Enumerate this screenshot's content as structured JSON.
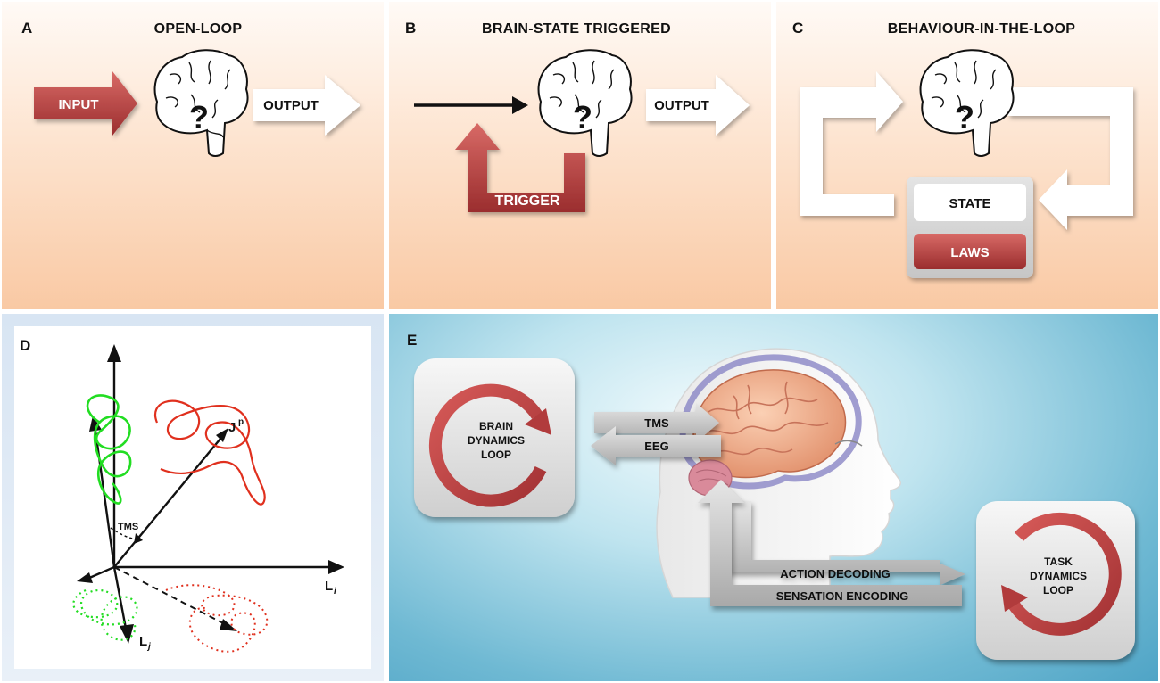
{
  "panels": {
    "a": {
      "letter": "A",
      "title": "OPEN-LOOP",
      "input": "INPUT",
      "output": "OUTPUT",
      "question": "?"
    },
    "b": {
      "letter": "B",
      "title": "BRAIN-STATE TRIGGERED",
      "output": "OUTPUT",
      "trigger": "TRIGGER",
      "question": "?"
    },
    "c": {
      "letter": "C",
      "title": "BEHAVIOUR-IN-THE-LOOP",
      "state": "STATE",
      "laws": "LAWS",
      "question": "?"
    },
    "d": {
      "letter": "D",
      "tms": "TMS",
      "jp": "J",
      "jp_sup": "p",
      "li": "L",
      "li_sub": "i",
      "lj": "L",
      "lj_sub": "j"
    },
    "e": {
      "letter": "E",
      "brain_loop": [
        "BRAIN",
        "DYNAMICS",
        "LOOP"
      ],
      "task_loop": [
        "TASK",
        "DYNAMICS",
        "LOOP"
      ],
      "tms": "TMS",
      "eeg": "EEG",
      "action": "ACTION DECODING",
      "sensation": "SENSATION ENCODING"
    }
  },
  "colors": {
    "accent_red": "#b5393a",
    "dark_red": "#8e2a2b",
    "orange_bg": "#f9c9a4",
    "blue_bg": "#4fa4c6",
    "green": "#22dd22",
    "red_line": "#e0301e"
  }
}
